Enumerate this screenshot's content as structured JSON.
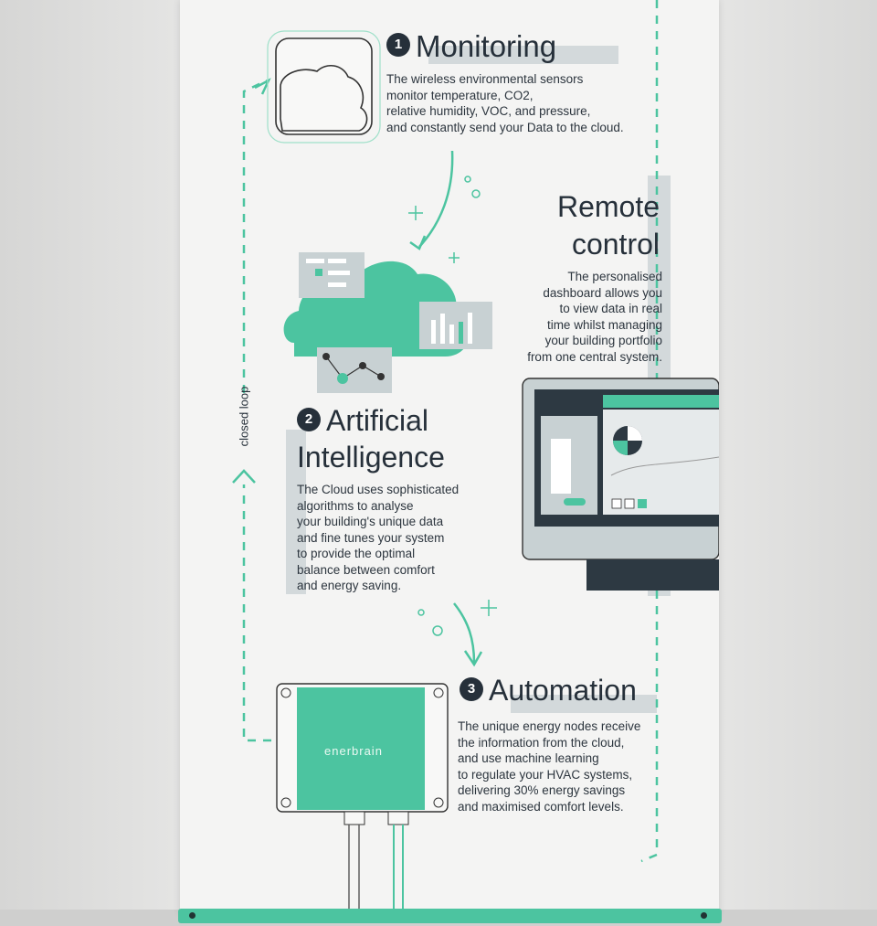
{
  "monitoring": {
    "number": "1",
    "title": "Monitoring",
    "text": "The wireless environmental sensors\nmonitor temperature, CO2,\nrelative humidity, VOC, and pressure,\nand constantly send your Data to the cloud."
  },
  "remote": {
    "title_line1": "Remote",
    "title_line2": "control",
    "text": "The personalised\ndashboard allows you\nto view data in real\ntime whilst managing\nyour building portfolio\nfrom one central system."
  },
  "ai": {
    "number": "2",
    "title_line1": "Artificial",
    "title_line2": "Intelligence",
    "text": "The Cloud uses sophisticated\nalgorithms to analyse\nyour building's unique data\nand fine tunes your system\nto provide the optimal\nbalance between comfort\nand energy saving."
  },
  "automation": {
    "number": "3",
    "title": "Automation",
    "text": "The unique energy nodes receive\nthe information from the cloud,\nand use machine learning\nto regulate your HVAC systems,\ndelivering 30% energy savings\nand maximised comfort levels."
  },
  "loop_label": "closed loop",
  "device_brand": "enerbrain",
  "colors": {
    "accent": "#4cc4a0",
    "dark": "#26303a",
    "grey": "#c7cfd2",
    "banner": "#f4f4f3"
  }
}
